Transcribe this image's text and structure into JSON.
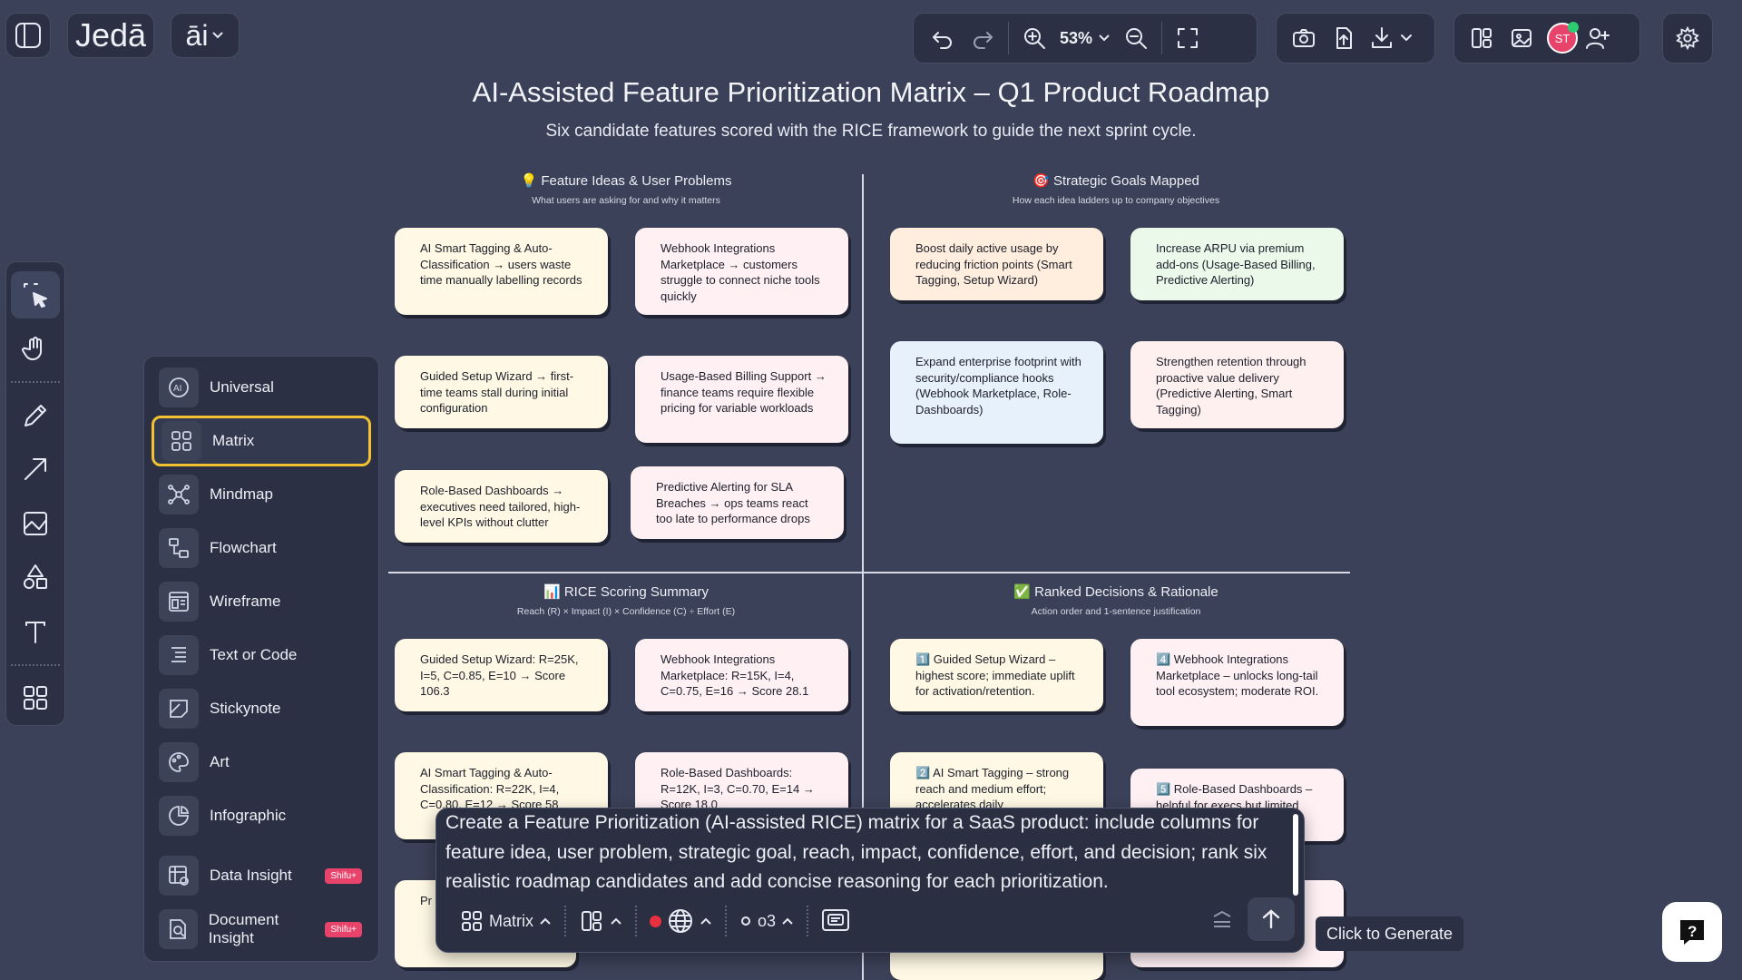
{
  "app": {
    "brand": "Jedā",
    "ai_label": "āi"
  },
  "toolbar": {
    "zoom": "53%",
    "avatar_initials": "ST"
  },
  "doc": {
    "title": "AI-Assisted Feature Prioritization Matrix – Q1 Product Roadmap",
    "subtitle": "Six candidate features scored with the RICE framework to guide the next sprint cycle."
  },
  "quadrants": {
    "q1": {
      "emoji": "💡",
      "title": "Feature Ideas & User Problems",
      "sub": "What users are asking for and why it matters"
    },
    "q2": {
      "emoji": "🎯",
      "title": "Strategic Goals Mapped",
      "sub": "How each idea ladders up to company objectives"
    },
    "q3": {
      "emoji": "📊",
      "title": "RICE Scoring Summary",
      "sub": "Reach (R) × Impact (I) × Confidence (C) ÷ Effort (E)"
    },
    "q4": {
      "emoji": "✅",
      "title": "Ranked Decisions & Rationale",
      "sub": "Action order and 1-sentence justification"
    }
  },
  "cards": {
    "f1": "AI Smart Tagging & Auto-Classification → users waste time manually labelling records",
    "f2": "Webhook Integrations Marketplace → customers struggle to connect niche tools quickly",
    "f3": "Guided Setup Wizard → first-time teams stall during initial configuration",
    "f4": "Usage-Based Billing Support → finance teams require flexible pricing for variable workloads",
    "f5": "Role-Based Dashboards → executives need tailored, high-level KPIs without clutter",
    "f6": "Predictive Alerting for SLA Breaches → ops teams react too late to performance drops",
    "g1": "Boost daily active usage by reducing friction points (Smart Tagging, Setup Wizard)",
    "g2": "Increase ARPU via premium add-ons (Usage-Based Billing, Predictive Alerting)",
    "g3": "Expand enterprise footprint with security/compliance hooks (Webhook Marketplace, Role-Dashboards)",
    "g4": "Strengthen retention through proactive value delivery (Predictive Alerting, Smart Tagging)",
    "s1": "Guided Setup Wizard: R=25K, I=5, C=0.85, E=10 → Score 106.3",
    "s2": "Webhook Integrations Marketplace: R=15K, I=4, C=0.75, E=16 → Score 28.1",
    "s3": "AI Smart Tagging & Auto-Classification: R=22K, I=4, C=0.80, E=12 → Score 58",
    "s4": "Role-Based Dashboards: R=12K, I=3, C=0.70, E=14 → Score 18.0",
    "s5": "Pr Br C=",
    "d1": "1️⃣ Guided Setup Wizard – highest score; immediate uplift for activation/retention.",
    "d2": "4️⃣ Webhook Integrations Marketplace – unlocks long-tail tool ecosystem; moderate ROI.",
    "d3": "2️⃣ AI Smart Tagging – strong reach and medium effort; accelerates daily",
    "d4": "5️⃣ Role-Based Dashboards – helpful for execs but limited"
  },
  "menu": {
    "items": [
      {
        "label": "Universal"
      },
      {
        "label": "Matrix"
      },
      {
        "label": "Mindmap"
      },
      {
        "label": "Flowchart"
      },
      {
        "label": "Wireframe"
      },
      {
        "label": "Text or Code"
      },
      {
        "label": "Stickynote"
      },
      {
        "label": "Art"
      },
      {
        "label": "Infographic"
      },
      {
        "label": "Data Insight",
        "badge": "Shifu+"
      },
      {
        "label": "Document Insight",
        "badge": "Shifu+"
      }
    ]
  },
  "prompt": {
    "text": "Create a Feature Prioritization (AI-assisted RICE) matrix for a SaaS product: include columns for feature idea, user problem, strategic goal, reach, impact, confidence, effort, and decision; rank six realistic roadmap candidates and add concise reasoning for each prioritization.",
    "mode": "Matrix",
    "model": "o3",
    "generate_tip": "Click to Generate"
  },
  "colors": {
    "background": "#3b4158",
    "panel": "#2b3044",
    "selected_outline": "#f2c230",
    "badge": "#e8436a"
  }
}
